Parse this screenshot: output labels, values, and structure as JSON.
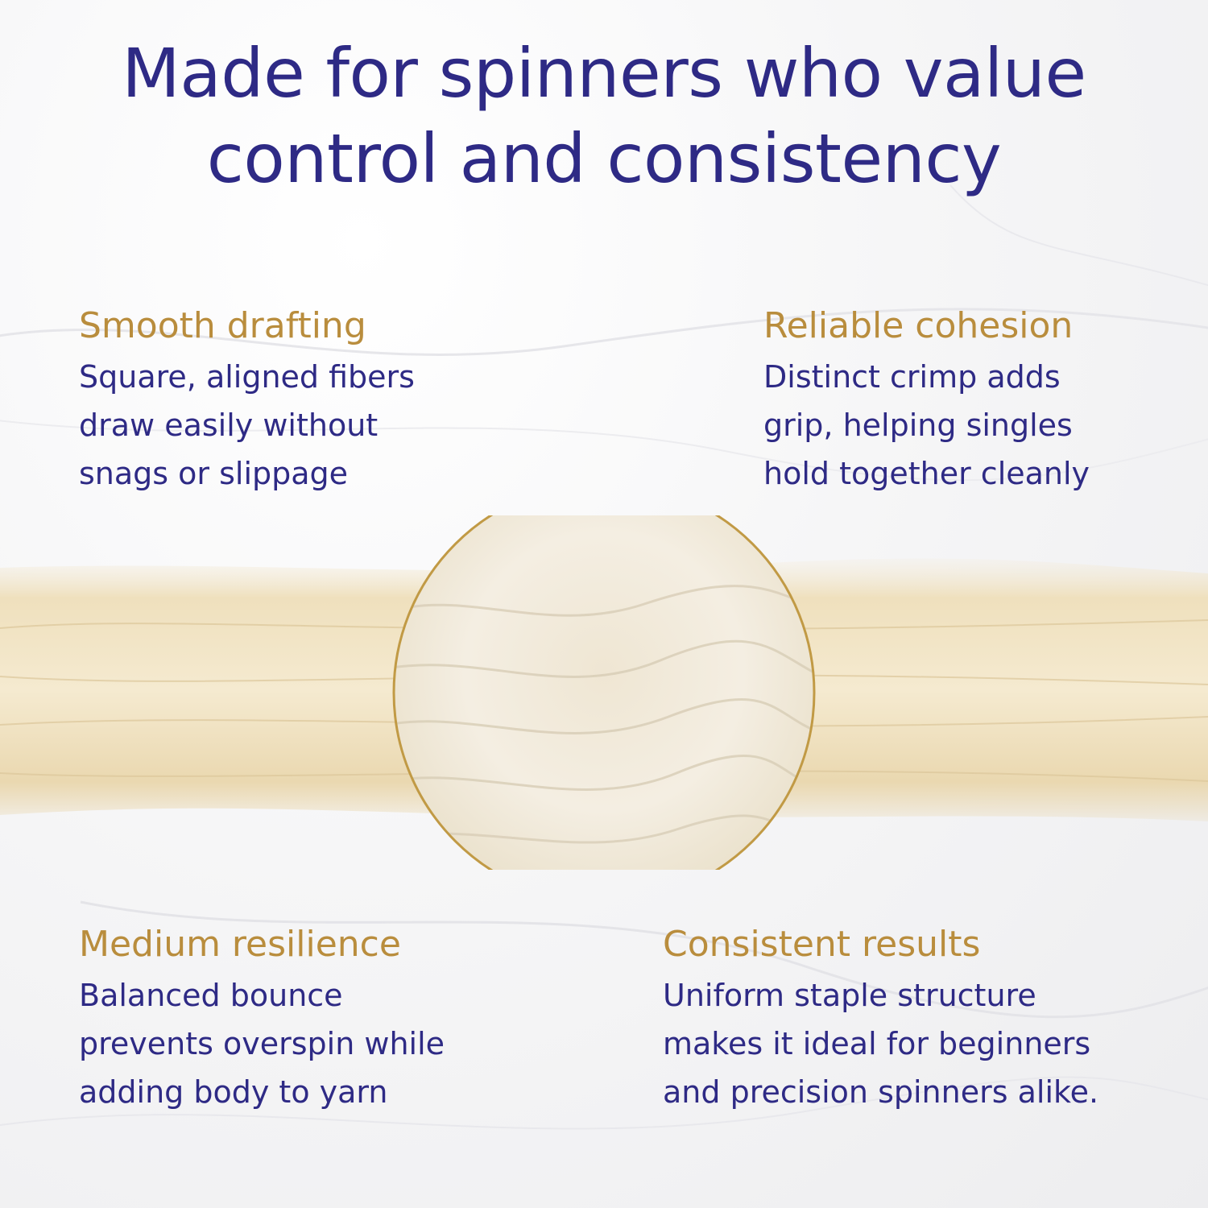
{
  "headline": {
    "lines": [
      "Made for spinners who value",
      "control and consistency"
    ]
  },
  "colors": {
    "headline": "#2e2a85",
    "feature_title": "#b98d3d",
    "feature_body": "#2e2a85",
    "circle_border": "#c19a45",
    "fiber": "#efe0bd"
  },
  "features": [
    {
      "title": "Smooth drafting",
      "lines": [
        "Square, aligned fibers",
        "draw easily without",
        "snags or slippage"
      ]
    },
    {
      "title": "Reliable cohesion",
      "lines": [
        "Distinct crimp adds",
        "grip, helping singles",
        "hold together cleanly"
      ]
    },
    {
      "title": "Medium resilience",
      "lines": [
        "Balanced bounce",
        "prevents overspin while",
        "adding body to yarn"
      ]
    },
    {
      "title": "Consistent results",
      "lines": [
        "Uniform staple structure",
        "makes it ideal for beginners",
        "and precision spinners alike."
      ]
    }
  ]
}
